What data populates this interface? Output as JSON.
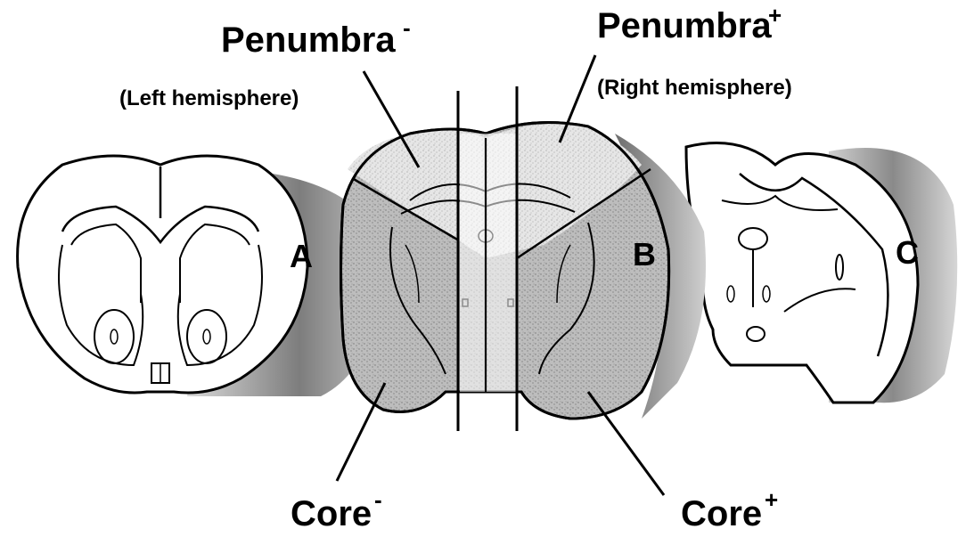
{
  "labels": {
    "penumbra_left": "Penumbra",
    "penumbra_left_sup": "-",
    "left_hemisphere": "(Left hemisphere)",
    "penumbra_right": "Penumbra",
    "penumbra_right_sup": "+",
    "right_hemisphere": "(Right hemisphere)",
    "core_left": "Core",
    "core_left_sup": "-",
    "core_right": "Core",
    "core_right_sup": "+",
    "section_a": "A",
    "section_b": "B",
    "section_c": "C"
  },
  "colors": {
    "outline": "#000000",
    "penumbra_fill": "#e3e3e3",
    "core_fill": "#bdbdbd",
    "shadow_dark": "#7a7a7a",
    "background": "#ffffff"
  }
}
